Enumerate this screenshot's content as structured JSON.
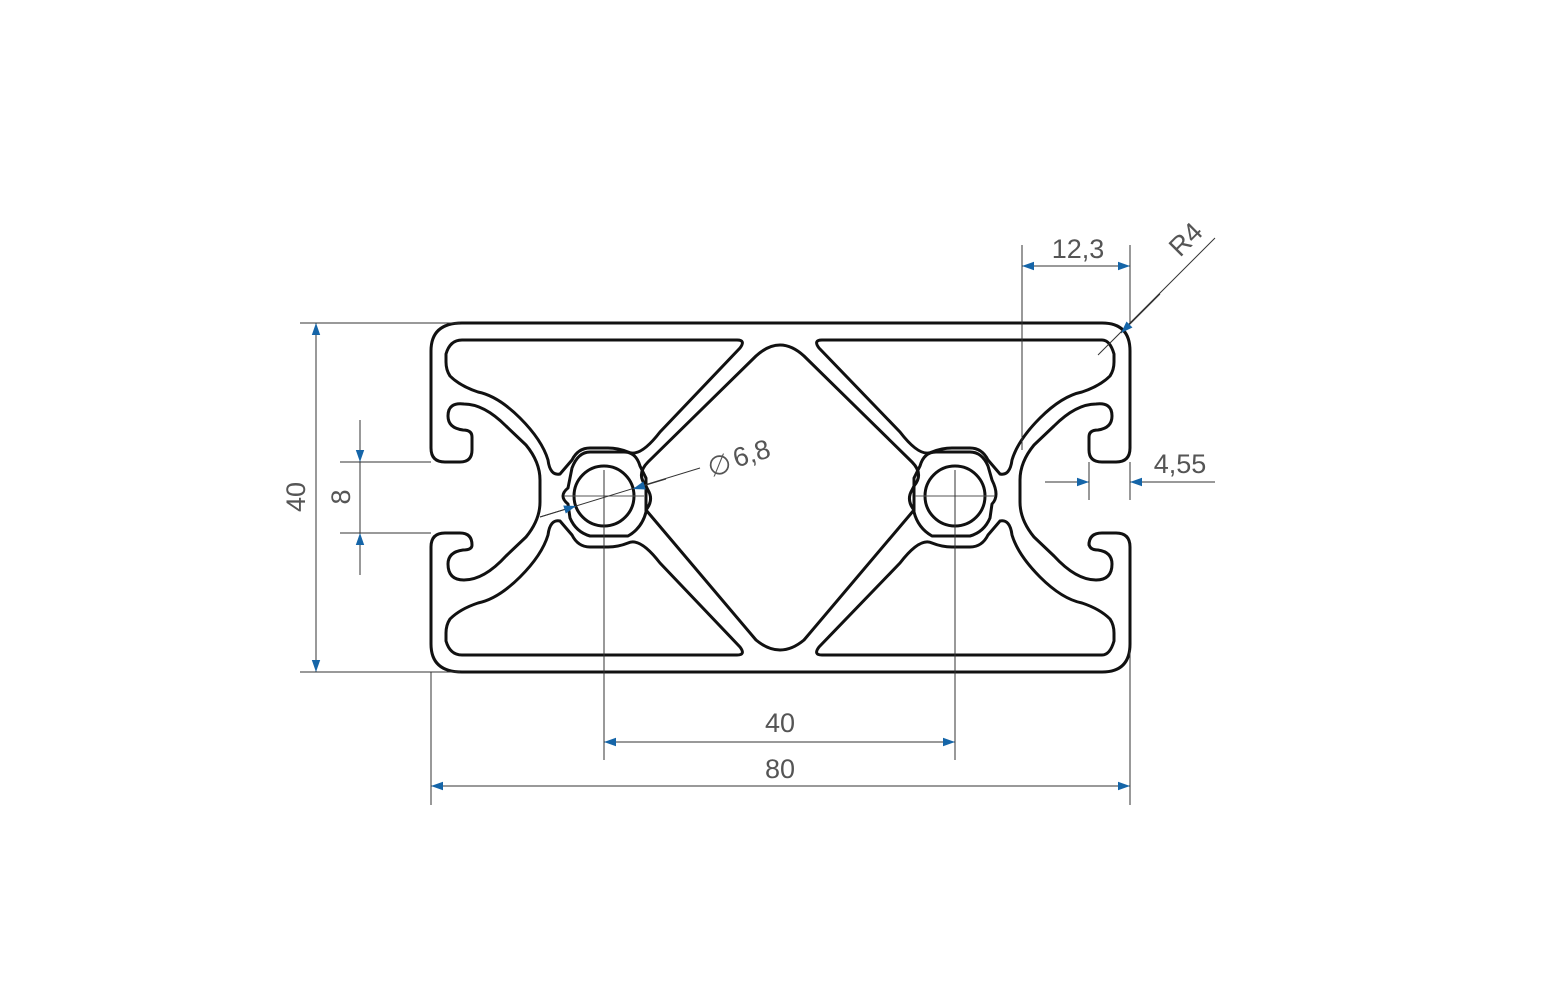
{
  "drawing": {
    "dimensions": {
      "overall_width": "80",
      "hole_spacing": "40",
      "overall_height": "40",
      "slot_width": "8",
      "hole_diameter": "6,8",
      "diameter_symbol": "∅",
      "top_width": "12,3",
      "corner_radius": "R4",
      "slot_depth": "4,55"
    },
    "colors": {
      "arrow": "#1565A8",
      "profile": "#111111",
      "dimension_line": "#333333",
      "text": "#555555"
    }
  }
}
